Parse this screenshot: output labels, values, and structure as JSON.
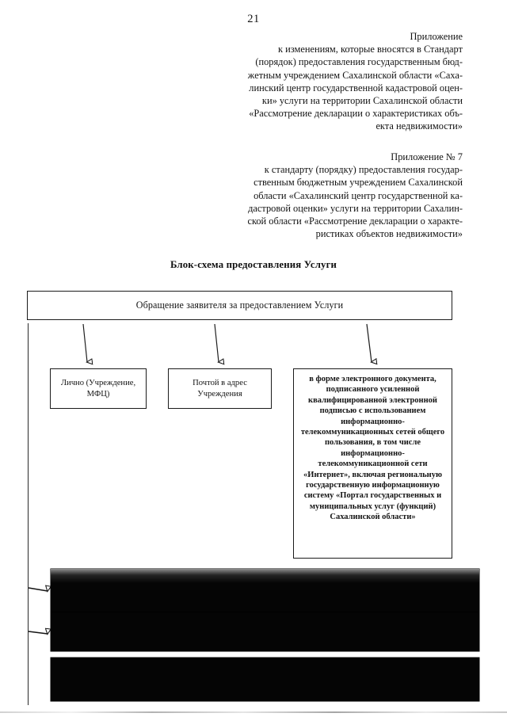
{
  "document": {
    "page_number": "21",
    "language": "ru"
  },
  "appendix_1": {
    "title": "Приложение",
    "lines": [
      "к изменениям, которые вносятся в Стандарт",
      "(порядок) предоставления государственным бюд-",
      "жетным учреждением Сахалинской области «Саха-",
      "линский центр государственной кадастровой оцен-",
      "ки» услуги на территории Сахалинской области",
      "«Рассмотрение декларации о характеристиках объ-",
      "екта недвижимости»"
    ]
  },
  "appendix_2": {
    "title": "Приложение № 7",
    "lines": [
      "к стандарту (порядку) предоставления государ-",
      "ственным бюджетным учреждением Сахалинской",
      "области «Сахалинский центр государственной ка-",
      "дастровой оценки» услуги на территории Сахалин-",
      "ской области «Рассмотрение декларации о характе-",
      "ристиках объектов недвижимости»"
    ]
  },
  "scheme": {
    "title": "Блок-схема предоставления Услуги",
    "root_node": "Обращение заявителя за предоставлением Услуги",
    "branches": [
      {
        "id": "in-person",
        "label": "Лично (Учреждение, МФЦ)"
      },
      {
        "id": "by-mail",
        "label": "Почтой в адрес Учреждения"
      },
      {
        "id": "electronic",
        "label": "в форме электронного документа, подписанного усиленной квалифицированной электронной подписью с использованием информационно-телекоммуникационных сетей общего пользования, в том числе информационно-телекоммуникационной сети «Интернет», включая региональную государственную информационную систему «Портал государственных и муниципальных услуг (функций) Сахалинской области»"
      }
    ],
    "redacted_bars": [
      {
        "id": "redacted-bar-1",
        "label": ""
      },
      {
        "id": "redacted-bar-2",
        "label": ""
      },
      {
        "id": "redacted-bar-3",
        "label": ""
      }
    ]
  },
  "colors": {
    "ink": "#151515",
    "rule": "#1b1b1b",
    "redaction": "#050505",
    "paper": "#ffffff"
  }
}
